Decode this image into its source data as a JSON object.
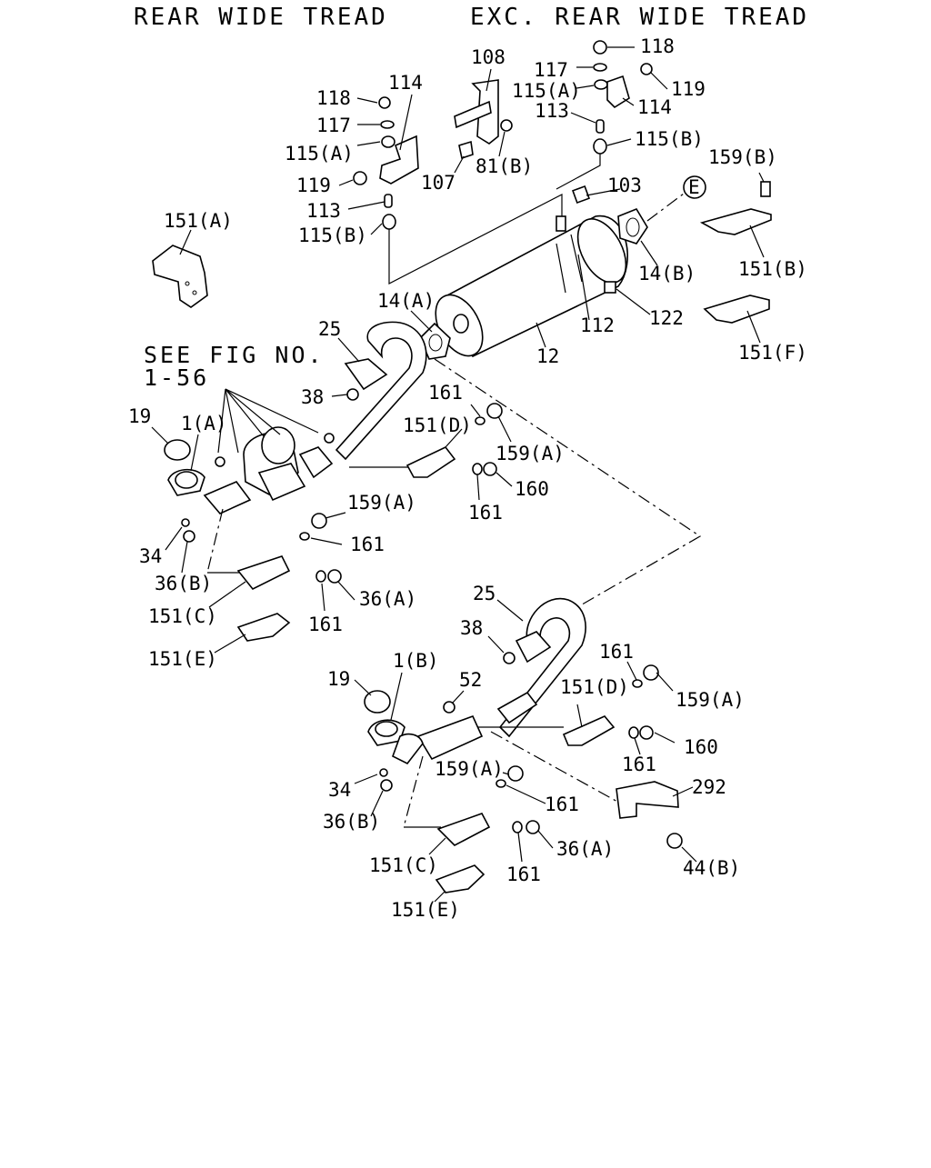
{
  "headers": {
    "left": "REAR WIDE TREAD",
    "right": "EXC. REAR WIDE TREAD"
  },
  "reference": {
    "line1": "SEE FIG NO.",
    "line2": "1-56"
  },
  "callout_letter": "E",
  "labels": {
    "l108": "108",
    "l114_l": "114",
    "l118_l": "118",
    "l117_l": "117",
    "l115a_l": "115(A)",
    "l119_l": "119",
    "l113_l": "113",
    "l115b_l": "115(B)",
    "l107": "107",
    "l81b": "81(B)",
    "l118_r": "118",
    "l117_r": "117",
    "l115a_r": "115(A)",
    "l119_r": "119",
    "l113_r": "113",
    "l114_r": "114",
    "l115b_r": "115(B)",
    "l159b": "159(B)",
    "l103": "103",
    "l14b": "14(B)",
    "l151b": "151(B)",
    "l14a": "14(A)",
    "l122": "122",
    "l112": "112",
    "l12": "12",
    "l151f": "151(F)",
    "l151a": "151(A)",
    "l25_u": "25",
    "l38_u": "38",
    "l161_u1": "161",
    "l151d_u": "151(D)",
    "l159a_u1": "159(A)",
    "l160_u": "160",
    "l161_u2": "161",
    "l19_u": "19",
    "l1a": "1(A)",
    "l159a_u2": "159(A)",
    "l161_u3": "161",
    "l34_u": "34",
    "l36b_u": "36(B)",
    "l151c_u": "151(C)",
    "l161_u4": "161",
    "l36a_u": "36(A)",
    "l151e_u": "151(E)",
    "l25_l": "25",
    "l38_l": "38",
    "l161_l1": "161",
    "l159a_l1": "159(A)",
    "l19_l": "19",
    "l1b": "1(B)",
    "l52": "52",
    "l151d_l": "151(D)",
    "l160_l": "160",
    "l161_l2": "161",
    "l292": "292",
    "l34_l": "34",
    "l159a_l2": "159(A)",
    "l161_l3": "161",
    "l36b_l": "36(B)",
    "l36a_l": "36(A)",
    "l151c_l": "151(C)",
    "l161_l4": "161",
    "l44b": "44(B)",
    "l151e_l": "151(E)"
  }
}
